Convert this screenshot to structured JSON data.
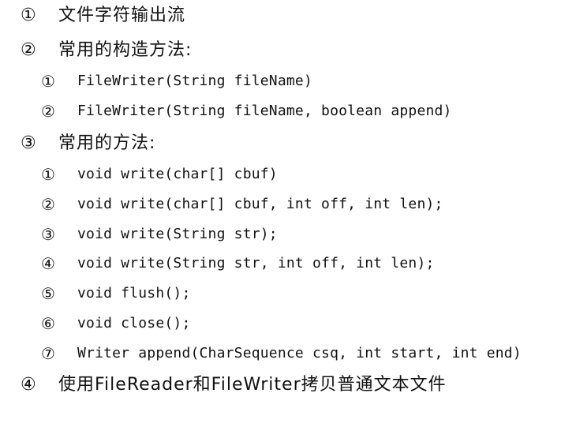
{
  "sections": [
    {
      "num": "①",
      "text": "文件字符输出流"
    },
    {
      "num": "②",
      "text": "常用的构造方法:",
      "items": [
        {
          "num": "①",
          "text": "FileWriter(String fileName)"
        },
        {
          "num": "②",
          "text": "FileWriter(String fileName, boolean append)"
        }
      ]
    },
    {
      "num": "③",
      "text": "常用的方法:",
      "items": [
        {
          "num": "①",
          "text": "void write(char[] cbuf)"
        },
        {
          "num": "②",
          "text": "void write(char[] cbuf, int off, int len);"
        },
        {
          "num": "③",
          "text": "void write(String str);"
        },
        {
          "num": "④",
          "text": "void write(String str, int off, int len);"
        },
        {
          "num": "⑤",
          "text": "void flush();"
        },
        {
          "num": "⑥",
          "text": "void close();"
        },
        {
          "num": "⑦",
          "text": "Writer append(CharSequence csq, int start, int end)"
        }
      ]
    },
    {
      "num": "④",
      "text": "使用FileReader和FileWriter拷贝普通文本文件"
    }
  ]
}
